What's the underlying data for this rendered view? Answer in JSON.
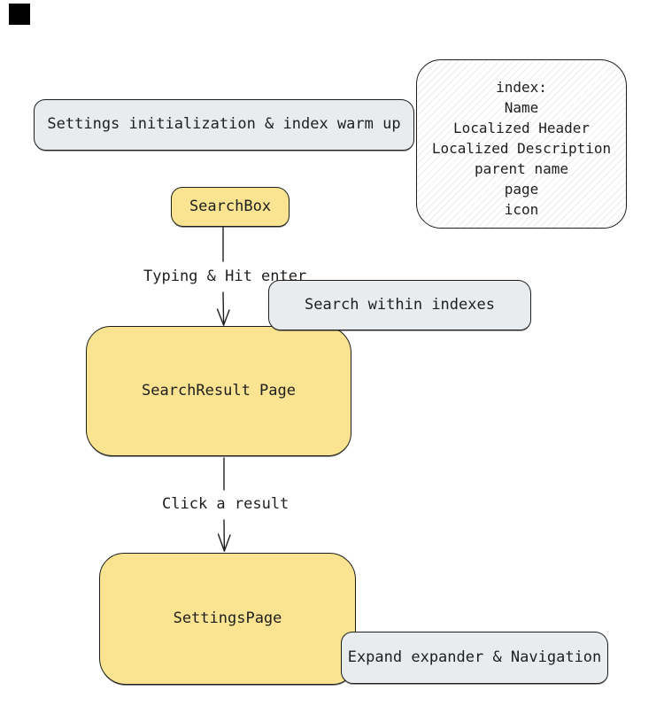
{
  "diagram": {
    "type": "flowchart",
    "style": "hand-drawn-sketch",
    "colors": {
      "background": "#ffffff",
      "stroke": "#1e1e1e",
      "node_yellow_fill": "#fae491",
      "note_gray_fill": "#e9ecef",
      "hatch_line": "#e3e3e3"
    },
    "nodes": {
      "settings_init": {
        "label": "Settings initialization & index warm up",
        "shape": "note-gray"
      },
      "index_note": {
        "lines": [
          "index:",
          "Name",
          "Localized Header",
          "Localized Description",
          "parent name",
          "page",
          "icon"
        ],
        "shape": "note-hatched"
      },
      "search_box": {
        "label": "SearchBox",
        "shape": "process-yellow"
      },
      "search_within": {
        "label": "Search within indexes",
        "shape": "note-gray"
      },
      "search_result": {
        "label": "SearchResult Page",
        "shape": "process-yellow"
      },
      "settings_page": {
        "label": "SettingsPage",
        "shape": "process-yellow"
      },
      "expand_nav": {
        "label": "Expand expander & Navigation",
        "shape": "note-gray"
      }
    },
    "edges": {
      "typing": {
        "label": "Typing & Hit enter",
        "from": "search_box",
        "to": "search_result"
      },
      "click": {
        "label": "Click a result",
        "from": "search_result",
        "to": "settings_page"
      }
    }
  }
}
